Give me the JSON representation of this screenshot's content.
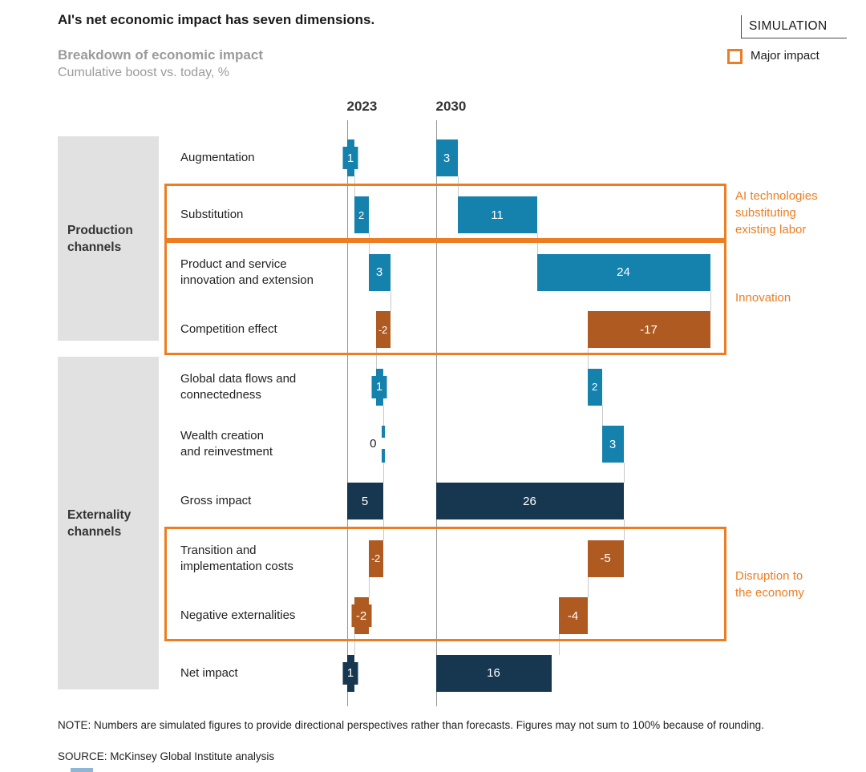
{
  "header": {
    "title": "AI's net economic impact has seven dimensions.",
    "subtitle_bold": "Breakdown of economic impact",
    "subtitle": "Cumulative boost vs. today, %",
    "simulation_label": "SIMULATION",
    "legend_major_impact": "Major impact"
  },
  "chart_data": {
    "type": "bar",
    "subtype": "horizontal_waterfall",
    "title": "Breakdown of economic impact",
    "ylabel": "Cumulative boost vs. today, %",
    "columns": [
      "2023",
      "2030"
    ],
    "rows": [
      {
        "label": "Augmentation",
        "kind": "gain",
        "values": [
          1,
          3
        ],
        "chips": [
          true,
          false
        ]
      },
      {
        "label": "Substitution",
        "kind": "gain",
        "values": [
          2,
          11
        ],
        "chips": [
          false,
          false
        ]
      },
      {
        "label": "Product and service\ninnovation and extension",
        "kind": "gain",
        "values": [
          3,
          24
        ],
        "chips": [
          false,
          false
        ]
      },
      {
        "label": "Competition effect",
        "kind": "loss",
        "values": [
          -2,
          -17
        ],
        "chips": [
          false,
          false
        ]
      },
      {
        "label": "Global data flows and\nconnectedness",
        "kind": "gain",
        "values": [
          1,
          2
        ],
        "chips": [
          true,
          false
        ]
      },
      {
        "label": "Wealth creation\nand reinvestment",
        "kind": "gain",
        "values": [
          0,
          3
        ],
        "chips": [
          false,
          false
        ]
      },
      {
        "label": "Gross impact",
        "kind": "total",
        "values": [
          5,
          26
        ],
        "chips": [
          false,
          false
        ]
      },
      {
        "label": "Transition and\nimplementation costs",
        "kind": "loss",
        "values": [
          -2,
          -5
        ],
        "chips": [
          false,
          false
        ]
      },
      {
        "label": "Negative externalities",
        "kind": "loss",
        "values": [
          -2,
          -4
        ],
        "chips": [
          true,
          false
        ]
      },
      {
        "label": "Net impact",
        "kind": "total",
        "values": [
          1,
          16
        ],
        "chips": [
          true,
          false
        ]
      }
    ],
    "groups": [
      {
        "label": "Production\nchannels",
        "from": 0,
        "to": 3
      },
      {
        "label": "Externality\nchannels",
        "from": 4,
        "to": 9
      }
    ],
    "highlight_boxes": [
      {
        "from": 1,
        "to": 1,
        "label": "AI technologies\nsubstituting\nexisting labor",
        "label_valign": "top"
      },
      {
        "from": 2,
        "to": 3,
        "label": "Innovation",
        "label_valign": "middle"
      },
      {
        "from": 7,
        "to": 8,
        "label": "Disruption to\nthe economy",
        "label_valign": "middle"
      }
    ],
    "colors": {
      "gain": "#1581ad",
      "loss": "#ae5a21",
      "total": "#17364f",
      "highlight": "#ed7d23",
      "group_bg": "#e1e1e1",
      "axis": "#999999",
      "connector": "#c9c9c9"
    }
  },
  "footer": {
    "note": "NOTE: Numbers are simulated figures to provide directional perspectives rather than forecasts. Figures may not sum to 100% because of rounding.",
    "source": "SOURCE:  McKinsey Global Institute analysis"
  }
}
